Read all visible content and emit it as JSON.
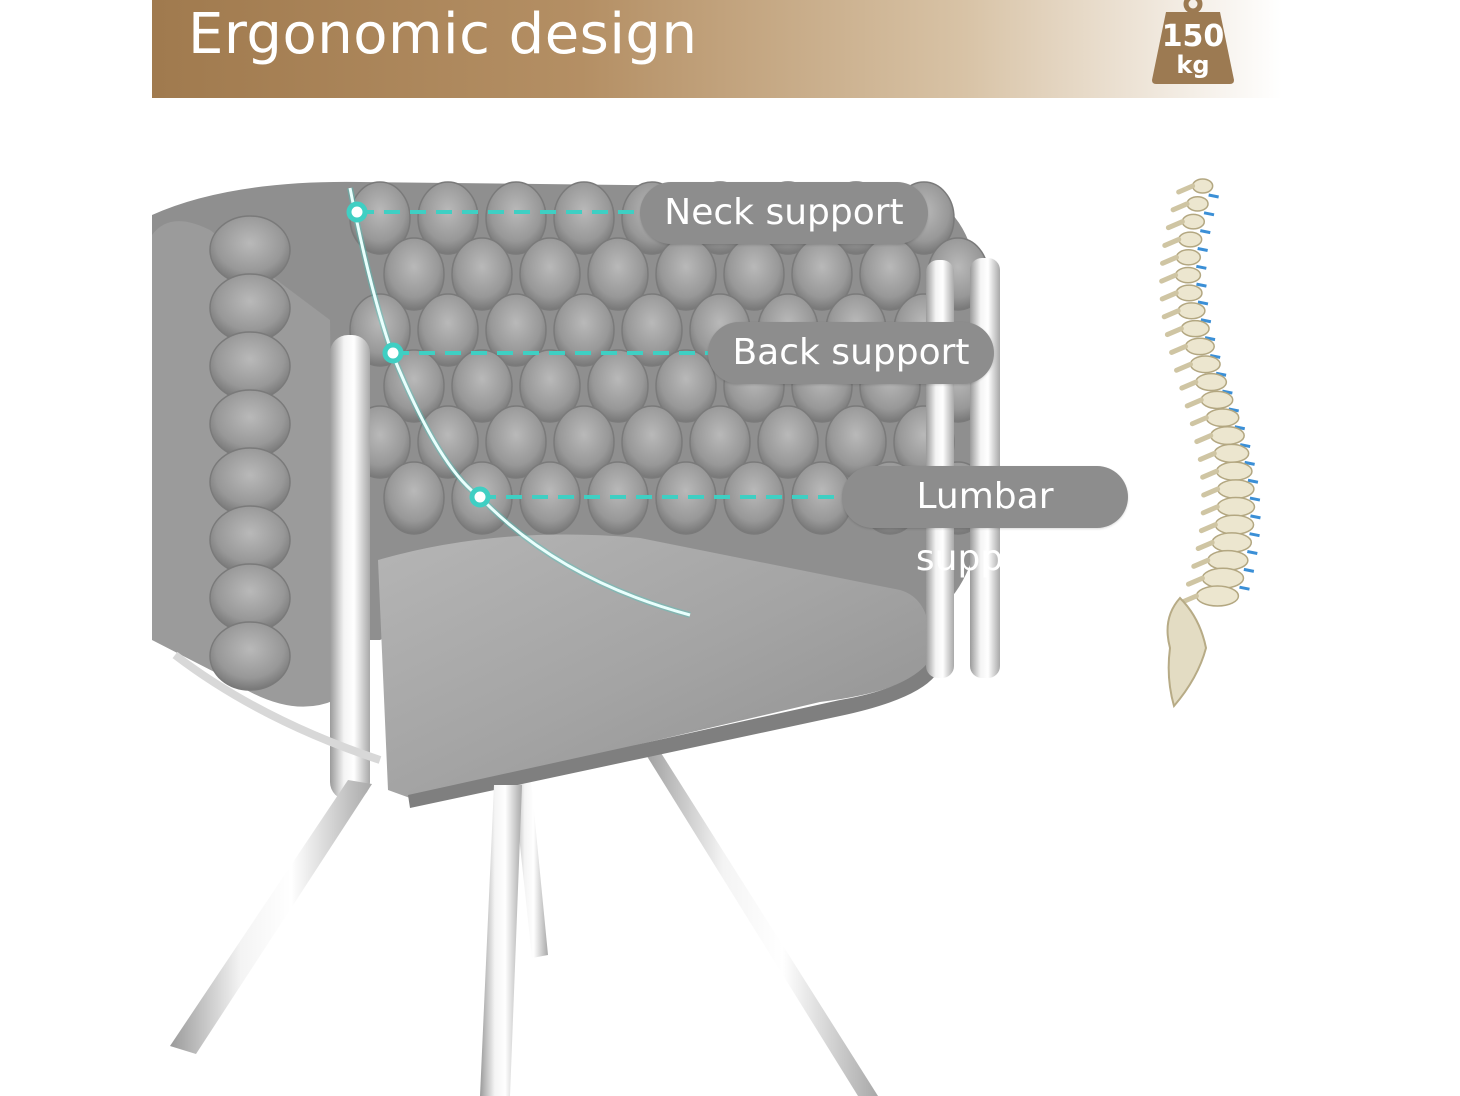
{
  "banner": {
    "title": "Ergonomic design",
    "weight_value": "150",
    "weight_unit": "kg",
    "weight_icon": "weight-icon"
  },
  "callouts": [
    {
      "label": "Neck support"
    },
    {
      "label": "Back support"
    },
    {
      "label": "Lumbar support"
    }
  ],
  "colors": {
    "banner_brown": "#a07a4e",
    "callout_gray": "#8d8d8d",
    "guide_teal": "#3fcfc3",
    "spine_blue": "#3b8fd6",
    "upholstery_gray": "#9a9a9a"
  },
  "product": {
    "subject": "chair-image",
    "spine": "spine-illustration"
  }
}
